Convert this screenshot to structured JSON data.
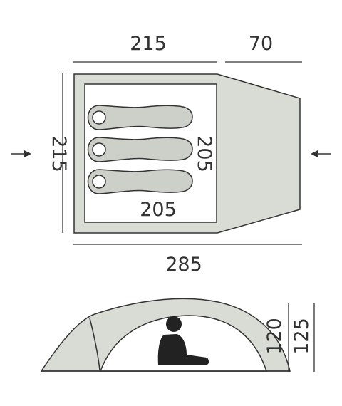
{
  "plan": {
    "inner_width_label": "215",
    "vestibule_label": "70",
    "side_length_label": "215",
    "inner_length_label": "205",
    "inner_width_inner_label": "205",
    "total_length_label": "285",
    "sleeping_bags": 3,
    "entrance_arrows": [
      "left",
      "right"
    ]
  },
  "profile": {
    "inner_height_label": "120",
    "outer_height_label": "125",
    "figure": "seated-person"
  },
  "colors": {
    "ink": "#333333",
    "fly": "#d9dbd5",
    "inner_tent": "#cdcfc9",
    "floor": "#ffffff",
    "person": "#222222"
  }
}
